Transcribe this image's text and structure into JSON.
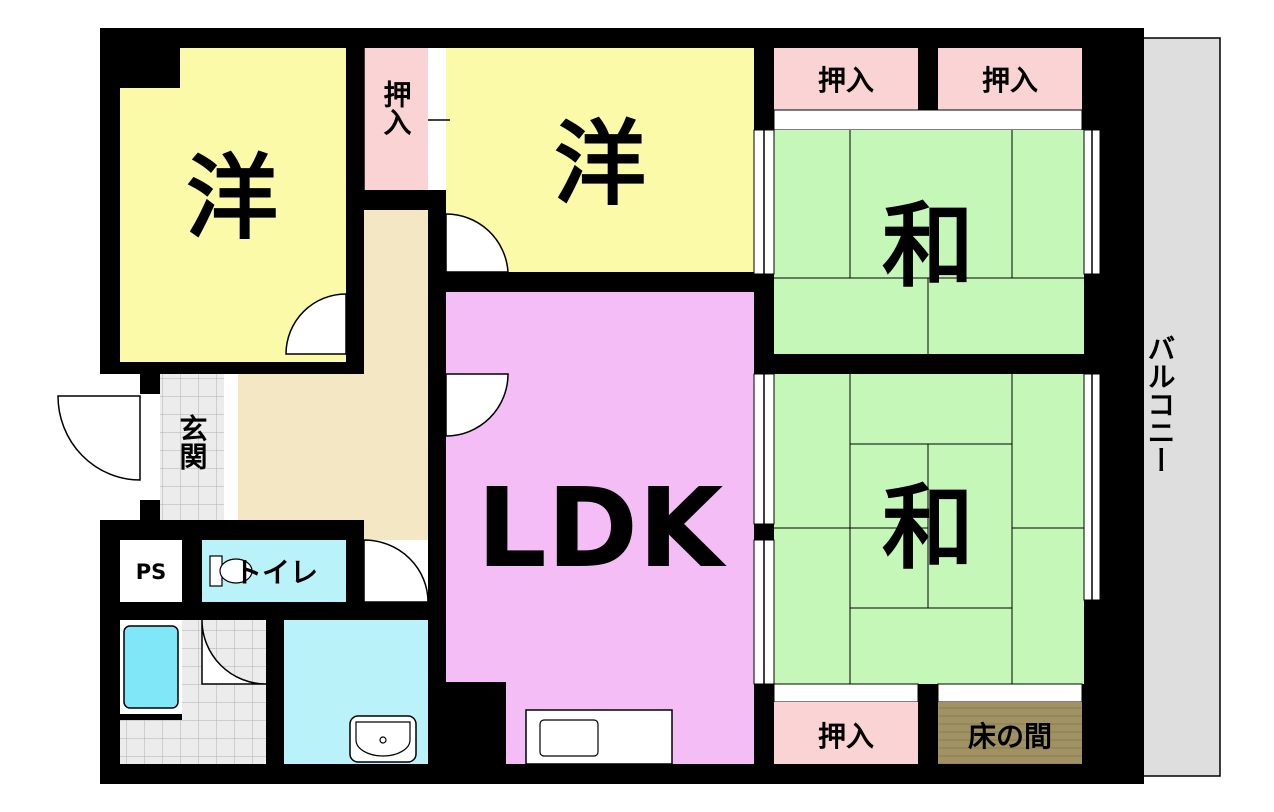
{
  "rooms": {
    "western_1": "洋",
    "western_2": "洋",
    "japanese_1": "和",
    "japanese_2": "和",
    "ldk": "LDK",
    "entrance": "玄関",
    "toilet": "トイレ",
    "ps": "PS",
    "balcony": "バルコニー",
    "tokonoma": "床の間",
    "closet_left": "押入",
    "closet_top_1": "押入",
    "closet_top_2": "押入",
    "closet_bottom": "押入"
  },
  "colors": {
    "western": "#fafaa8",
    "ldk": "#f5bdf5",
    "tatami": "#c4f7b8",
    "closet": "#fad4d4",
    "hall": "#f3e8c3",
    "water": "#b9f3f9",
    "bathtub": "#7fe7f7",
    "balcony": "#dedede",
    "tokonoma": "#a09262"
  }
}
